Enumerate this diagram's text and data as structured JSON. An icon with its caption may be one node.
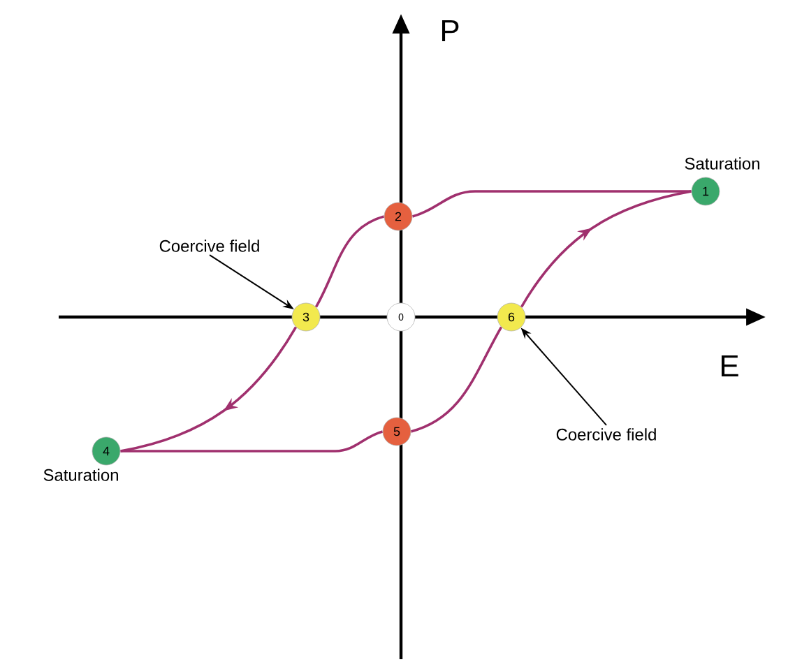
{
  "diagram": {
    "nodes": [
      {
        "text": [
          "1"
        ],
        "beside": [
          "Saturation"
        ]
      },
      {
        "text": [
          "2"
        ]
      },
      {
        "text": [
          "Coercive field"
        ]
      },
      {
        "text": [
          "3"
        ]
      },
      {
        "text": [
          "0"
        ]
      },
      {
        "text": [
          "6"
        ]
      },
      {
        "text": [
          "4"
        ],
        "beside": [
          "Saturation"
        ]
      },
      {
        "text": [
          "5"
        ]
      },
      {
        "text": [
          "Coercive field"
        ]
      }
    ],
    "edges": [
      {
        "from": 0,
        "to": 1,
        "arrow": "none"
      },
      {
        "from": 1,
        "to": 3,
        "arrow": "none"
      },
      {
        "from": 3,
        "to": 6,
        "arrow": "to"
      },
      {
        "from": 6,
        "to": 7,
        "arrow": "none"
      },
      {
        "from": 7,
        "to": 5,
        "arrow": "none"
      },
      {
        "from": 5,
        "to": 0,
        "arrow": "to"
      },
      {
        "from": 2,
        "to": 3,
        "arrow": "to",
        "color": "#000000"
      },
      {
        "from": 8,
        "to": 5,
        "arrow": "to",
        "color": "#000000"
      }
    ],
    "labels": [
      "P",
      "E"
    ]
  }
}
